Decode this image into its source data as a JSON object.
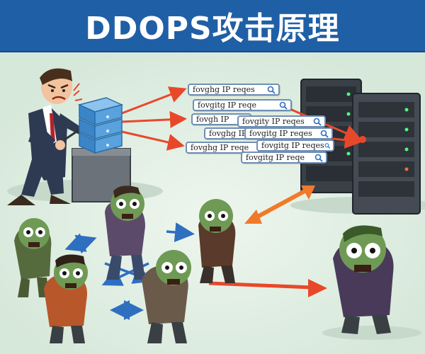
{
  "header": {
    "title": "DDOPS攻击原理",
    "background_color": "#1f5fa6",
    "text_color": "#ffffff"
  },
  "request_labels": [
    "fovghg IP reqes",
    "fovgitg IP reqe",
    "fovgh IP",
    "fovgity IP reqes",
    "fovghg IP",
    "fovgitg IP reqes",
    "fovghg IP reqe",
    "fovgitg IP reqes",
    "fovgitg IP reqe"
  ],
  "icons": [
    "attacker-figure",
    "server-stack-icon",
    "server-rack-icon",
    "zombie-icon",
    "arrow-icon",
    "search-icon"
  ],
  "colors": {
    "attack_arrow": "#e8482a",
    "bidirectional_arrow": "#f07a2a",
    "zombie_arrows": "#2f6fc0",
    "zombie_skin": "#6f9a55",
    "server_dark": "#3a4048"
  }
}
